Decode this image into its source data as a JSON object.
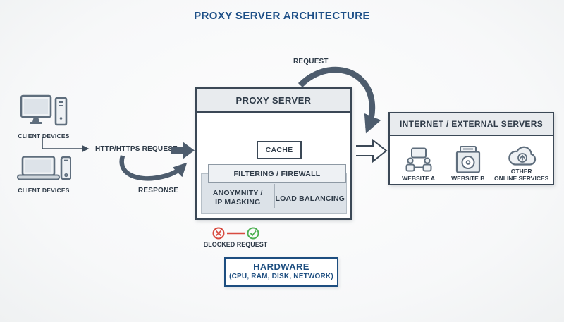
{
  "title": "PROXY SERVER ARCHITECTURE",
  "clients": {
    "group1": {
      "label": "CLIENT DEVICES",
      "icons": [
        "desktop-computer-icon",
        "tower-pc-icon"
      ]
    },
    "group2": {
      "label": "CLIENT DEVICES",
      "icons": [
        "laptop-icon",
        "smartphone-icon"
      ]
    }
  },
  "flows": {
    "http_request_label": "HTTP/HTTPS REQUEST",
    "response_label": "RESPONSE",
    "request_label": "REQUEST",
    "blocked_label": "BLOCKED REQUEST"
  },
  "proxy": {
    "title": "PROXY SERVER",
    "cache_label": "CACHE",
    "filtering_label": "FILTERING / FIREWALL",
    "anonymity_lines": [
      "ANOYMNITY /",
      "IP MASKING"
    ],
    "load_balancing_label": "LOAD BALANCING"
  },
  "internet": {
    "title": "INTERNET / EXTERNAL SERVERS",
    "items": [
      {
        "icon": "website-users-icon",
        "lines": [
          "WEBSITE A"
        ]
      },
      {
        "icon": "website-storage-icon",
        "lines": [
          "WEBSITE B"
        ]
      },
      {
        "icon": "cloud-upload-icon",
        "lines": [
          "OTHER",
          "ONLINE SERVICES"
        ]
      }
    ]
  },
  "hardware": {
    "title": "HARDWARE",
    "subtitle": "(CPU, RAM, DISK, NETWORK)"
  },
  "colors": {
    "accent_navy": "#1d4f87",
    "arrow_slate": "#4d5c6d",
    "box_border": "#3b4856",
    "header_fill": "#e8ebee",
    "panel_fill": "#dce2e8",
    "blocked_red": "#d84b40",
    "allowed_green": "#4caf50"
  }
}
